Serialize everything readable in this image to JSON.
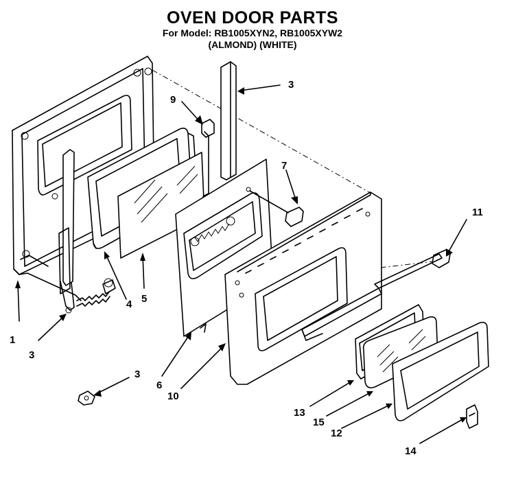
{
  "header": {
    "title": "OVEN DOOR PARTS",
    "model_line": "For Model: RB1005XYN2, RB1005XYW2",
    "color_line": "(ALMOND) (WHITE)"
  },
  "callouts": [
    {
      "id": "c1",
      "label": "1"
    },
    {
      "id": "c3a",
      "label": "3"
    },
    {
      "id": "c3b",
      "label": "3"
    },
    {
      "id": "c3c",
      "label": "3"
    },
    {
      "id": "c4",
      "label": "4"
    },
    {
      "id": "c5",
      "label": "5"
    },
    {
      "id": "c6",
      "label": "6"
    },
    {
      "id": "c7",
      "label": "7"
    },
    {
      "id": "c9",
      "label": "9"
    },
    {
      "id": "c10",
      "label": "10"
    },
    {
      "id": "c11",
      "label": "11"
    },
    {
      "id": "c12",
      "label": "12"
    },
    {
      "id": "c13",
      "label": "13"
    },
    {
      "id": "c14",
      "label": "14"
    },
    {
      "id": "c15",
      "label": "15"
    }
  ]
}
